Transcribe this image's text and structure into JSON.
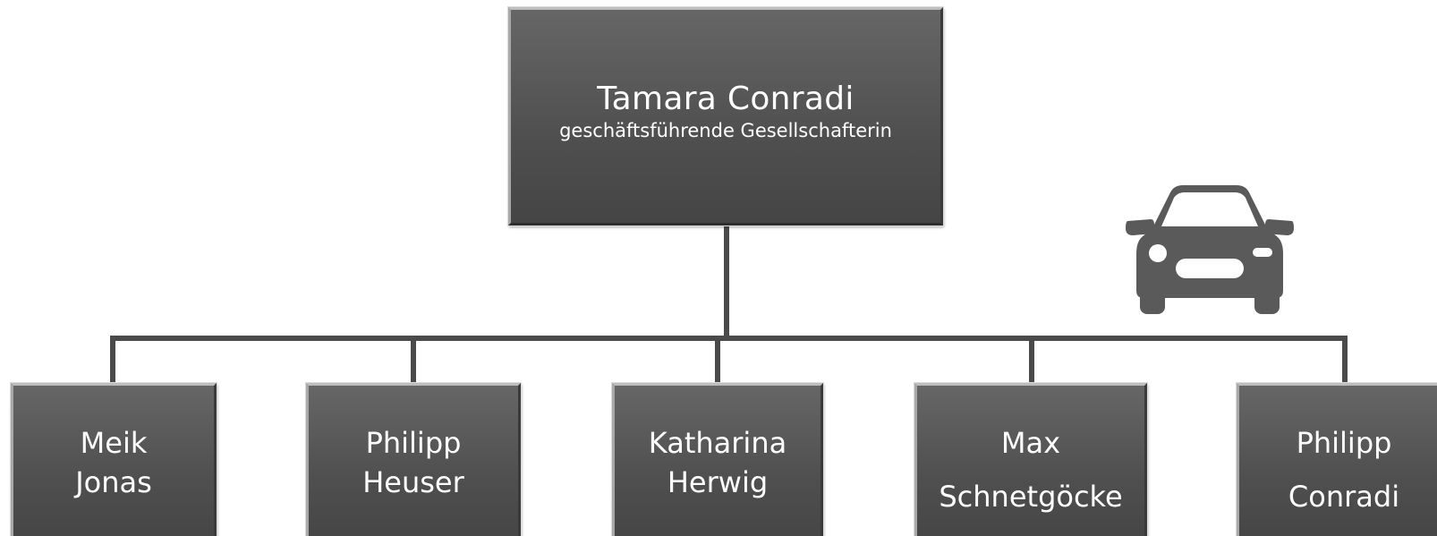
{
  "top": {
    "name": "Tamara Conradi",
    "role": "geschäftsführende Gesellschafterin"
  },
  "employees": [
    {
      "first": "Meik",
      "last": "Jonas"
    },
    {
      "first": "Philipp",
      "last": "Heuser"
    },
    {
      "first": "Katharina",
      "last": "Herwig"
    },
    {
      "first": "Max",
      "last": "Schnetgöcke"
    },
    {
      "first": "Philipp",
      "last": "Conradi"
    }
  ],
  "icons": {
    "car": "car-icon"
  },
  "colors": {
    "box": "#505050",
    "connector": "#4a4a4a",
    "icon": "#5a5a5a",
    "text": "#ffffff"
  }
}
